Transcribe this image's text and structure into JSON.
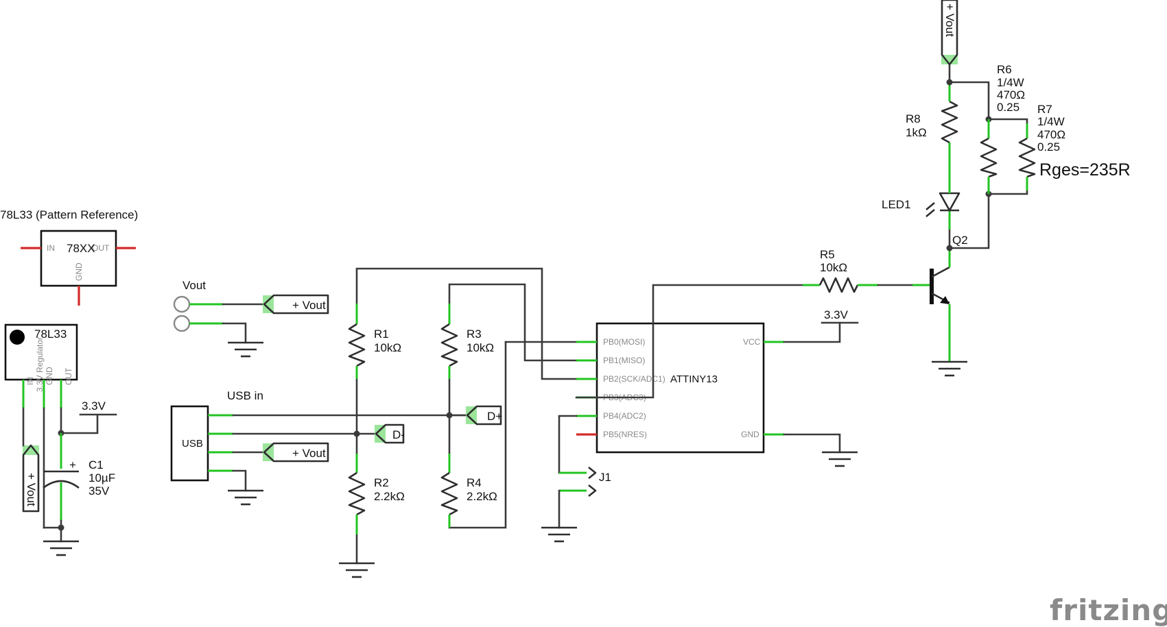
{
  "labels": {
    "ref_title": "78L33 (Pattern Reference)",
    "reg_78xx": "78XX",
    "reg_78xx_in": "IN",
    "reg_78xx_out": "OUT",
    "reg_78xx_gnd": "GND",
    "reg_78l33": "78L33",
    "reg_78l33_sub": "3.3V Regulator",
    "reg_78l33_in": "IN",
    "reg_78l33_gnd": "GND",
    "reg_78l33_out": "OUT",
    "vout_conn": "Vout",
    "usb_in": "USB in",
    "usb_box": "USB",
    "vout_port": "+ Vout",
    "d_minus": "D-",
    "d_plus": "D+",
    "supply_33": "3.3V",
    "c1_name": "C1",
    "c1_val": "10µF",
    "c1_volt": "35V",
    "r1_name": "R1",
    "r1_val": "10kΩ",
    "r2_name": "R2",
    "r2_val": "2.2kΩ",
    "r3_name": "R3",
    "r3_val": "10kΩ",
    "r4_name": "R4",
    "r4_val": "2.2kΩ",
    "r5_name": "R5",
    "r5_val": "10kΩ",
    "r6_name": "R6",
    "r6_p": "1/4W",
    "r6_val": "470Ω",
    "r6_tol": "0.25",
    "r7_name": "R7",
    "r7_p": "1/4W",
    "r7_val": "470Ω",
    "r7_tol": "0.25",
    "r8_name": "R8",
    "r8_val": "1kΩ",
    "rges": "Rges=235R",
    "led1": "LED1",
    "q2": "Q2",
    "j1": "J1",
    "chip": "ATTINY13",
    "pb0": "PB0(MOSI)",
    "pb1": "PB1(MISO)",
    "pb2": "PB2(SCK/ADC1)",
    "pb3": "PB3(ADC3)",
    "pb4": "PB4(ADC2)",
    "pb5": "PB5(NRES)",
    "vcc": "VCC",
    "gnd": "GND",
    "logo": "fritzing"
  },
  "colors": {
    "wire": "#3a3a3a",
    "pin_connected": "#22c422",
    "pin_unconnected": "#d32a2a",
    "highlight": "#9be59b"
  }
}
